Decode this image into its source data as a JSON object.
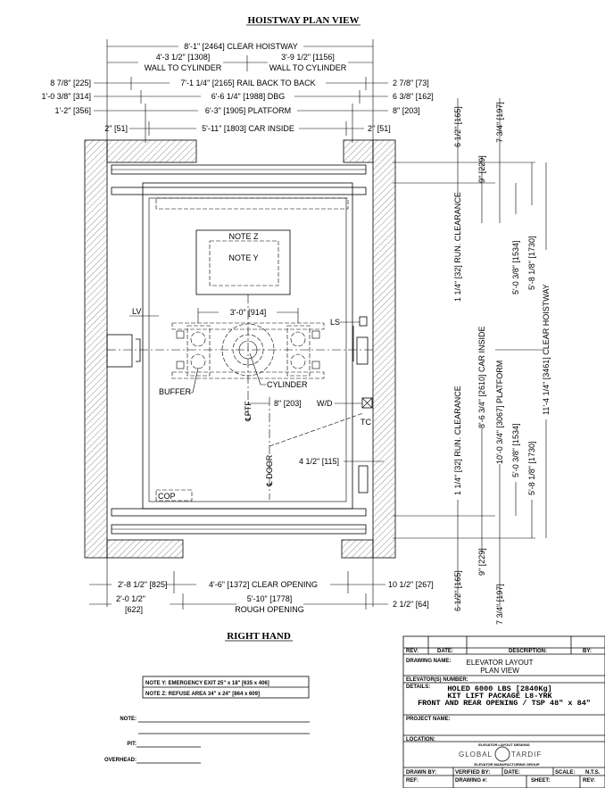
{
  "title": "HOISTWAY PLAN VIEW",
  "subtitle": "RIGHT HAND",
  "top_dims": {
    "clear_hoistway": "8'-1\" [2464] CLEAR HOISTWAY",
    "wall_to_cyl_left": "4'-3 1/2\" [1308]",
    "wall_to_cyl_left_label": "WALL TO CYLINDER",
    "wall_to_cyl_right": "3'-9 1/2\" [1156]",
    "wall_to_cyl_right_label": "WALL TO CYLINDER",
    "rail_left": "8 7/8\" [225]",
    "rail": "7'-1 1/4\" [2165] RAIL BACK TO BACK",
    "rail_right": "2 7/8\" [73]",
    "dbg_left": "1'-0 3/8\" [314]",
    "dbg": "6'-6 1/4\" [1988] DBG",
    "dbg_right": "6 3/8\" [162]",
    "platform_left": "1'-2\" [356]",
    "platform": "6'-3\" [1905] PLATFORM",
    "platform_right": "8\" [203]",
    "car_left": "2\" [51]",
    "car": "5'-11\" [1803] CAR INSIDE",
    "car_right": "2\" [51]"
  },
  "right_dims": {
    "runclr_top": "6 1/2\" [165]",
    "runclr_top2": "1 1/4\" [32] RUN. CLEARANCE",
    "runclr_bot2": "1 1/4\" [32] RUN. CLEARANCE",
    "runclr_bot": "6 1/2\" [165]",
    "car_top": "9\" [229]",
    "car_inside": "8'-6 3/4\" [2610] CAR INSIDE",
    "car_bot": "9\" [229]",
    "plat_top": "7 3/4\" [197]",
    "platform": "10'-0 3/4\" [3067] PLATFORM",
    "plat_bot": "7 3/4\" [197]",
    "half_plat_top": "5'-0 3/8\" [1534]",
    "half_plat_bot": "5'-0 3/8\" [1534]",
    "half_hw_top": "5'-8 1/8\" [1730]",
    "half_hw_bot": "5'-8 1/8\" [1730]",
    "clear_hoistway": "11'-4 1/4\" [3461] CLEAR HOISTWAY"
  },
  "bottom_dims": {
    "left": "2'-8 1/2\" [825]",
    "clear_opening": "4'-6\" [1372] CLEAR OPENING",
    "right": "10 1/2\" [267]",
    "rough_left": "2'-0 1/2\"",
    "rough_left_mm": "[622]",
    "rough": "5'-10\" [1778]",
    "rough_label": "ROUGH OPENING",
    "rough_right": "2 1/2\" [64]"
  },
  "plan_labels": {
    "note_z": "NOTE Z",
    "note_y": "NOTE Y",
    "lv": "LV",
    "ls": "LS",
    "cyl_spacing": "3'-0\" [914]",
    "buffer": "BUFFER",
    "cylinder": "CYLINDER",
    "offset": "8\" [203]",
    "wd": "W/D",
    "tc": "TC",
    "cl_ptf": "℄PTF",
    "cl_door": "℄ DOOR",
    "door_offset": "4 1/2\" [115]",
    "cop": "COP"
  },
  "notes_table": [
    "NOTE Y: EMERGENCY EXIT 25\" x 18\" [635 x 406]",
    "NOTE Z: REFUSE AREA 34\" x 24\" [864 x 609]"
  ],
  "form_fields": {
    "note": "NOTE:",
    "pit": "PIT:",
    "overhead": "OVERHEAD:"
  },
  "title_block": {
    "rev": "REV:",
    "date": "DATE:",
    "description": "DESCRIPTION:",
    "by": "BY:",
    "drawing_name_label": "DRAWING NAME:",
    "drawing_name_1": "ELEVATOR LAYOUT",
    "drawing_name_2": "PLAN VIEW",
    "elevator_number": "ELEVATOR(S) NUMBER:",
    "details_label": "DETAILS:",
    "details_1": "HOLED 6000 LBS [2840Kg]",
    "details_2": "KIT LIFT PACKAGE L8-YRK",
    "details_3": "FRONT AND REAR OPENING / TSP 48\" x 84\"",
    "project_name": "PROJECT NAME:",
    "location": "LOCATION:",
    "logo_top": "ELEVATOR LAYOUT DESIGNS",
    "logo_left": "GLOBAL",
    "logo_right": "TARDIF",
    "logo_bottom": "ELEVATOR MANUFACTURING GROUP",
    "drawn_by": "DRAWN BY:",
    "verified_by": "VERIFIED BY:",
    "date2": "DATE:",
    "scale": "SCALE:",
    "scale_value": "N.T.S.",
    "ref": "REF:",
    "drawing_no": "DRAWING #:",
    "sheet": "SHEET:",
    "rev2": "REV:"
  }
}
